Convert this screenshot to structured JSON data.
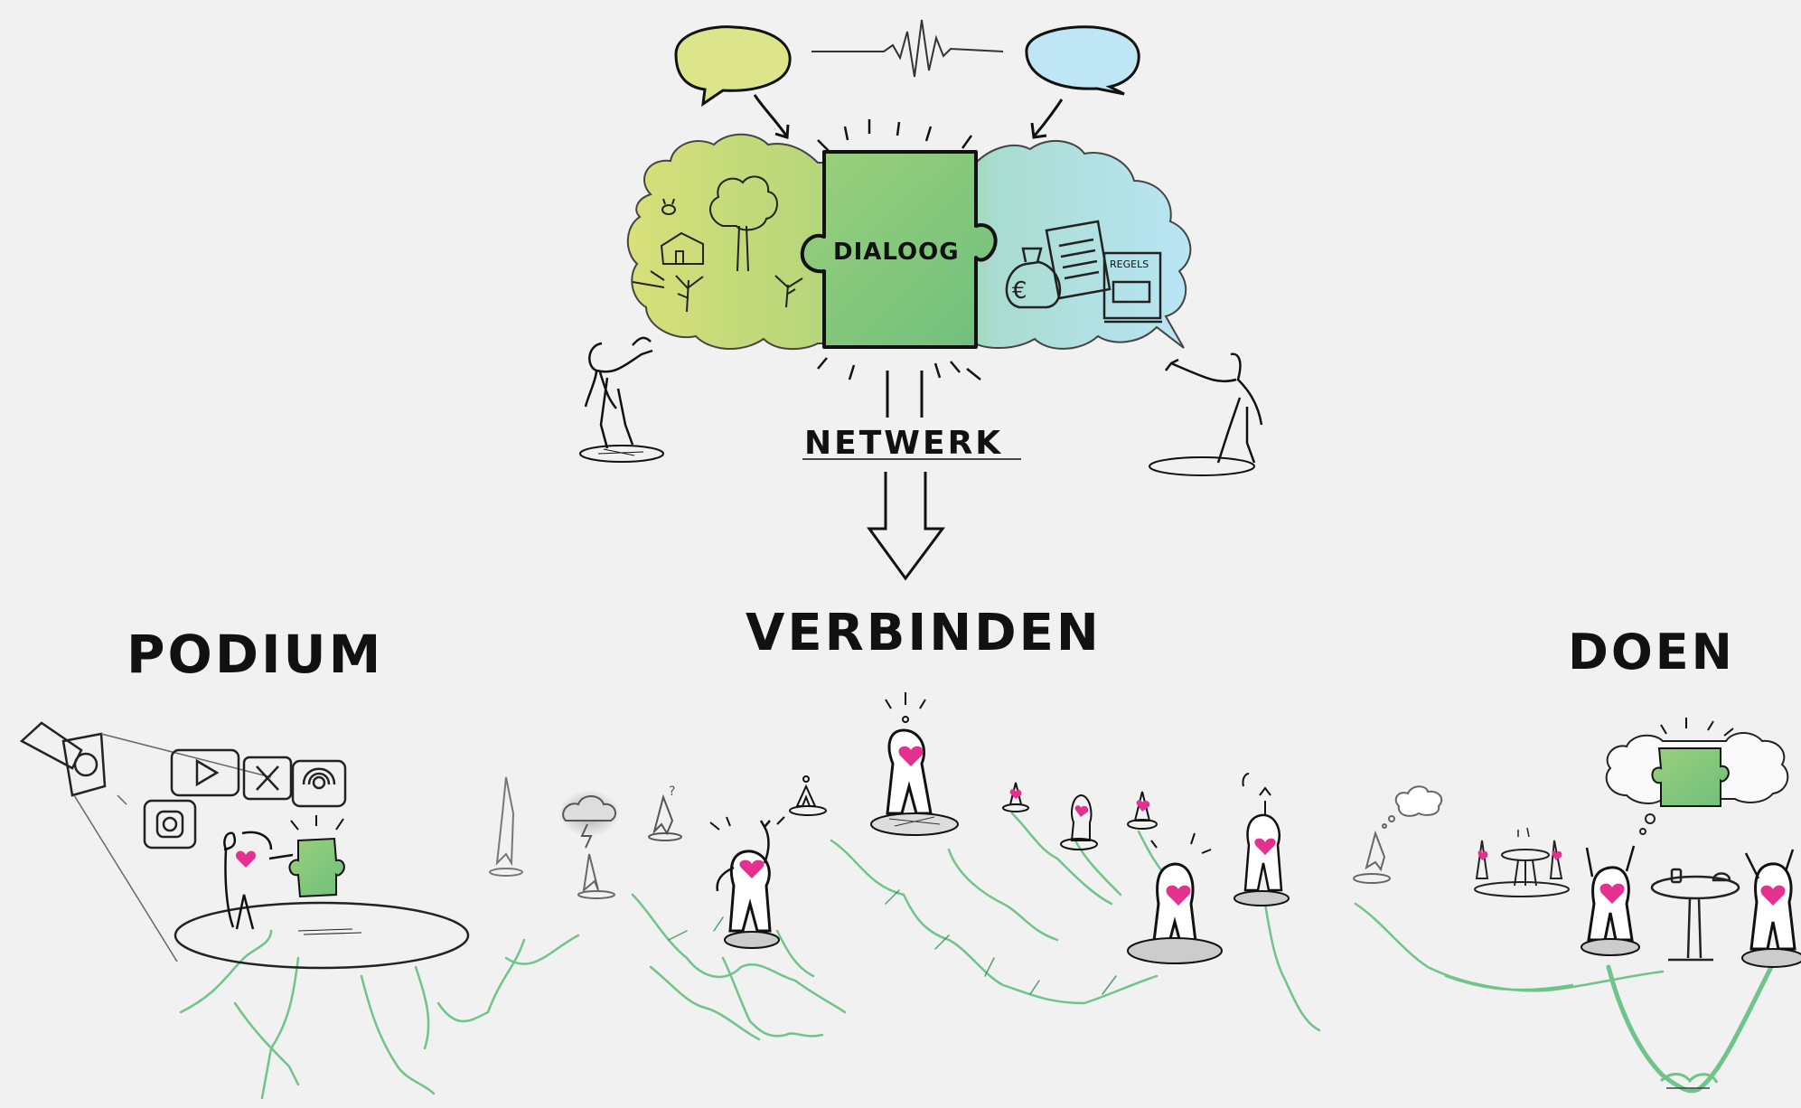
{
  "labels": {
    "dialoog": "DIALOOG",
    "netwerk": "NETWERK",
    "verbinden": "VERBINDEN",
    "podium": "PODIUM",
    "doen": "DOEN",
    "regels": "REGELS"
  },
  "colors": {
    "background": "#f1f1f1",
    "speech_left": "#dde58a",
    "speech_right": "#bfe6f5",
    "cloud_left": "#d6df76",
    "dialoog_piece": "#8fca72",
    "cloud_right": "#b4e0ef",
    "heart": "#e4308f",
    "roots": "#6fc48a",
    "ink": "#111111"
  },
  "icons": [
    "spotlight-icon",
    "play-icon",
    "x-icon",
    "podcast-icon",
    "instagram-icon",
    "heart-icon",
    "tree-icon",
    "house-icon",
    "money-bag-icon",
    "document-icon",
    "puzzle-piece-icon",
    "storm-cloud-icon",
    "thought-cloud-icon",
    "handshake-icon"
  ]
}
